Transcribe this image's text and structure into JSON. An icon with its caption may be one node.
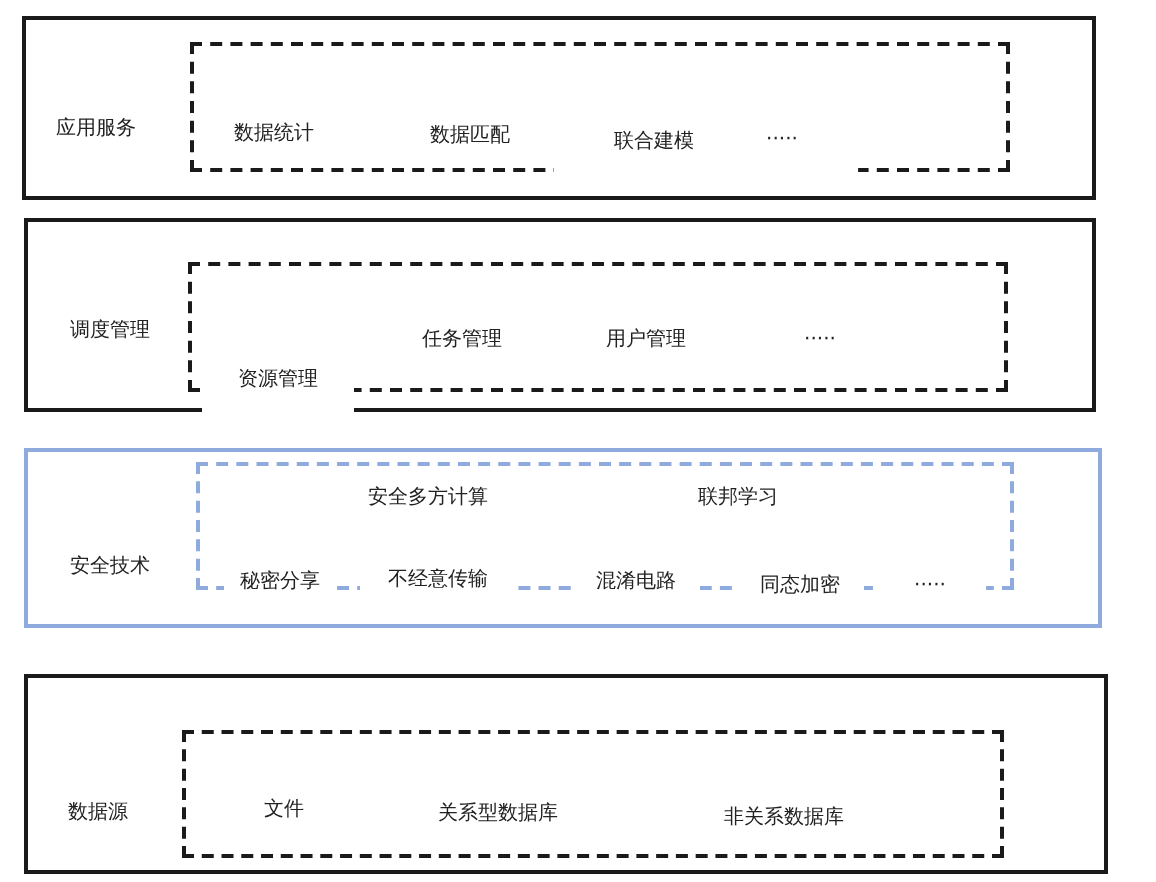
{
  "diagram": {
    "nodes": [
      {
        "text": [
          "应用服务"
        ]
      },
      {
        "text": [
          "数据统计",
          "数据匹配",
          "联合建模",
          "·····"
        ],
        "in": 0
      },
      {
        "text": [
          "调度管理"
        ]
      },
      {
        "text": [
          "资源管理",
          "任务管理",
          "用户管理",
          "·····"
        ],
        "in": 2
      },
      {
        "text": [
          "安全技术"
        ]
      },
      {
        "text": [
          "安全多方计算",
          "联邦学习",
          "秘密分享",
          "不经意传输",
          "混淆电路",
          "同态加密",
          "·····"
        ],
        "in": 4
      },
      {
        "text": [
          "数据源"
        ]
      },
      {
        "text": [
          "文件",
          "关系型数据库",
          "非关系数据库"
        ],
        "in": 6
      }
    ]
  }
}
